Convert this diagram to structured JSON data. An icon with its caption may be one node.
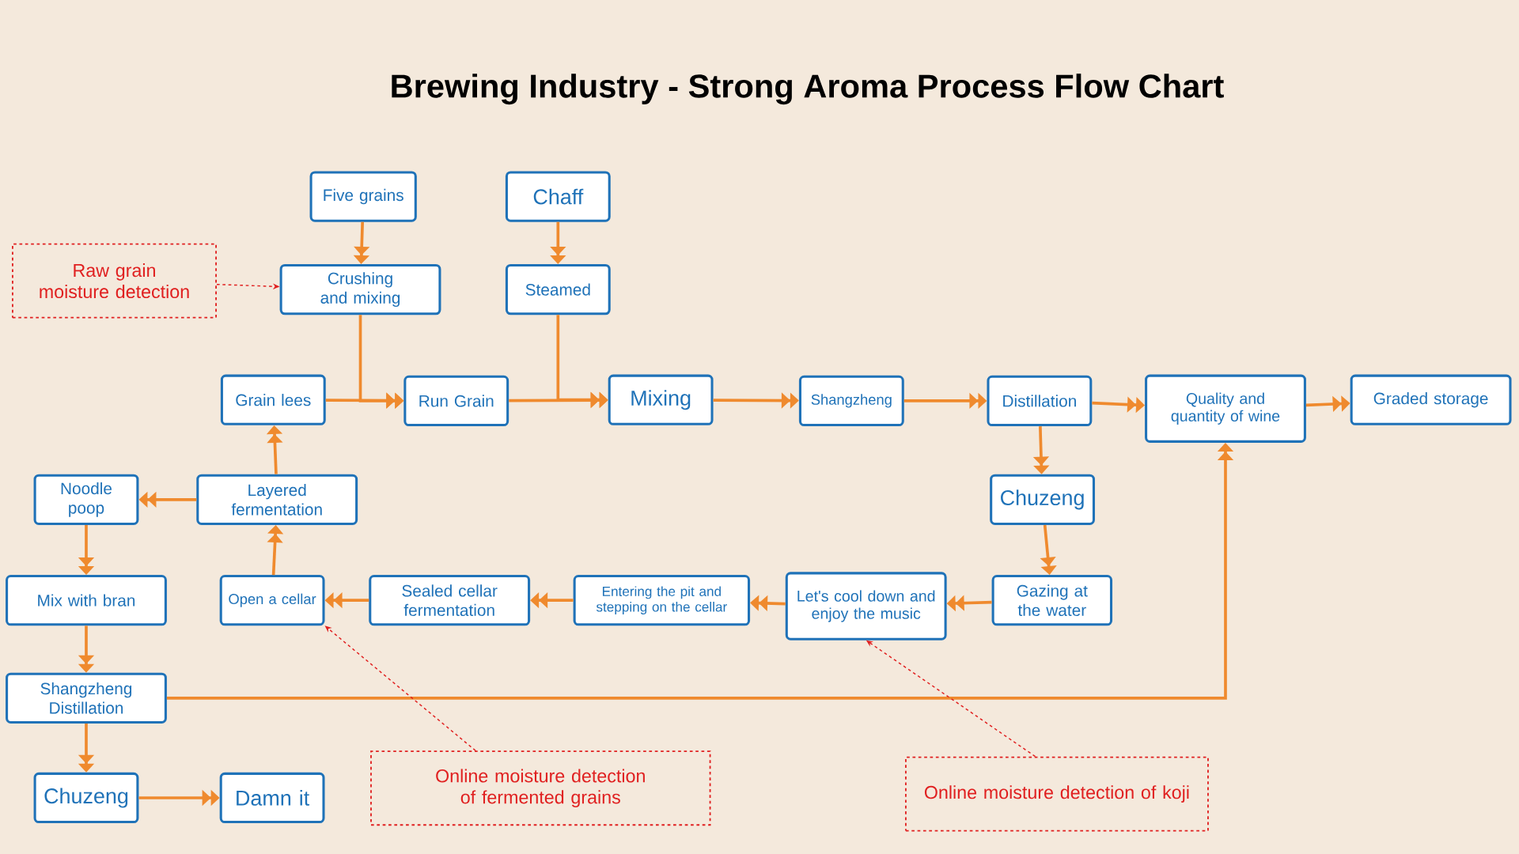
{
  "diagram": {
    "title": "Brewing Industry - Strong Aroma Process Flow Chart",
    "nodes": [
      {
        "text": [
          "Five grains"
        ]
      },
      {
        "text": [
          "Chaff"
        ]
      },
      {
        "text": [
          "Raw grain moisture detection"
        ]
      },
      {
        "text": [
          "Crushing and mixing"
        ]
      },
      {
        "text": [
          "Steamed"
        ]
      },
      {
        "text": [
          "Grain lees"
        ]
      },
      {
        "text": [
          "Run Grain"
        ]
      },
      {
        "text": [
          "Mixing"
        ]
      },
      {
        "text": [
          "Shangzheng"
        ]
      },
      {
        "text": [
          "Distillation"
        ]
      },
      {
        "text": [
          "Quality and quantity of wine"
        ]
      },
      {
        "text": [
          "Graded storage"
        ]
      },
      {
        "text": [
          "Chuzeng"
        ]
      },
      {
        "text": [
          "Noodle poop"
        ]
      },
      {
        "text": [
          "Layered fermentation"
        ]
      },
      {
        "text": [
          "Gazing at the water"
        ]
      },
      {
        "text": [
          "Let's cool down and enjoy the music"
        ]
      },
      {
        "text": [
          "Entering the pit and stepping on the cellar"
        ]
      },
      {
        "text": [
          "Sealed cellar fermentation"
        ]
      },
      {
        "text": [
          "Open a cellar"
        ]
      },
      {
        "text": [
          "Mix with bran"
        ]
      },
      {
        "text": [
          "Shangzheng Distillation"
        ]
      },
      {
        "text": [
          "Chuzeng"
        ]
      },
      {
        "text": [
          "Damn it"
        ]
      },
      {
        "text": [
          "Online moisture detection of fermented grains"
        ]
      },
      {
        "text": [
          "Online moisture detection of koji"
        ]
      }
    ],
    "edges": [
      {
        "from": 0,
        "to": 3,
        "arrow": "to"
      },
      {
        "from": 1,
        "to": 4,
        "arrow": "to"
      },
      {
        "from": 2,
        "to": 3,
        "arrow": "to",
        "style": "dashed",
        "color": "#e02020"
      },
      {
        "from": 3,
        "to": 6,
        "arrow": "to"
      },
      {
        "from": 4,
        "to": 7,
        "arrow": "to"
      },
      {
        "from": 5,
        "to": 6,
        "arrow": "to"
      },
      {
        "from": 6,
        "to": 7,
        "arrow": "to"
      },
      {
        "from": 7,
        "to": 8,
        "arrow": "to"
      },
      {
        "from": 8,
        "to": 9,
        "arrow": "to"
      },
      {
        "from": 9,
        "to": 10,
        "arrow": "to"
      },
      {
        "from": 10,
        "to": 11,
        "arrow": "to"
      },
      {
        "from": 9,
        "to": 12,
        "arrow": "to"
      },
      {
        "from": 12,
        "to": 15,
        "arrow": "to"
      },
      {
        "from": 15,
        "to": 16,
        "arrow": "to"
      },
      {
        "from": 16,
        "to": 17,
        "arrow": "to"
      },
      {
        "from": 17,
        "to": 18,
        "arrow": "to"
      },
      {
        "from": 18,
        "to": 19,
        "arrow": "to"
      },
      {
        "from": 19,
        "to": 14,
        "arrow": "to"
      },
      {
        "from": 14,
        "to": 5,
        "arrow": "to"
      },
      {
        "from": 14,
        "to": 13,
        "arrow": "to"
      },
      {
        "from": 13,
        "to": 20,
        "arrow": "to"
      },
      {
        "from": 20,
        "to": 21,
        "arrow": "to"
      },
      {
        "from": 21,
        "to": 22,
        "arrow": "to"
      },
      {
        "from": 22,
        "to": 23,
        "arrow": "to"
      },
      {
        "from": 21,
        "to": 10,
        "arrow": "to"
      },
      {
        "from": 24,
        "to": 19,
        "arrow": "to",
        "style": "dashed",
        "color": "#e02020"
      },
      {
        "from": 25,
        "to": 16,
        "arrow": "to",
        "style": "dashed",
        "color": "#e02020"
      }
    ]
  }
}
